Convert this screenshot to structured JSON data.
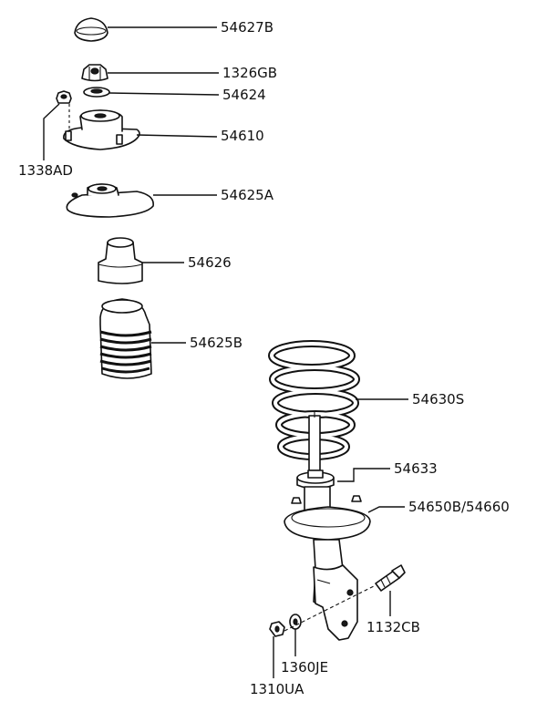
{
  "diagram": {
    "callouts": [
      {
        "id": "c1",
        "text": "54627B"
      },
      {
        "id": "c2",
        "text": "1326GB"
      },
      {
        "id": "c3",
        "text": "54624"
      },
      {
        "id": "c4",
        "text": "54610"
      },
      {
        "id": "c5",
        "text": "1338AD"
      },
      {
        "id": "c6",
        "text": "54625A"
      },
      {
        "id": "c7",
        "text": "54626"
      },
      {
        "id": "c8",
        "text": "54625B"
      },
      {
        "id": "c9",
        "text": "54630S"
      },
      {
        "id": "c10",
        "text": "54633"
      },
      {
        "id": "c11",
        "text": "54650B/54660"
      },
      {
        "id": "c12",
        "text": "1132CB"
      },
      {
        "id": "c13",
        "text": "1360JE"
      },
      {
        "id": "c14",
        "text": "1310UA"
      }
    ]
  }
}
